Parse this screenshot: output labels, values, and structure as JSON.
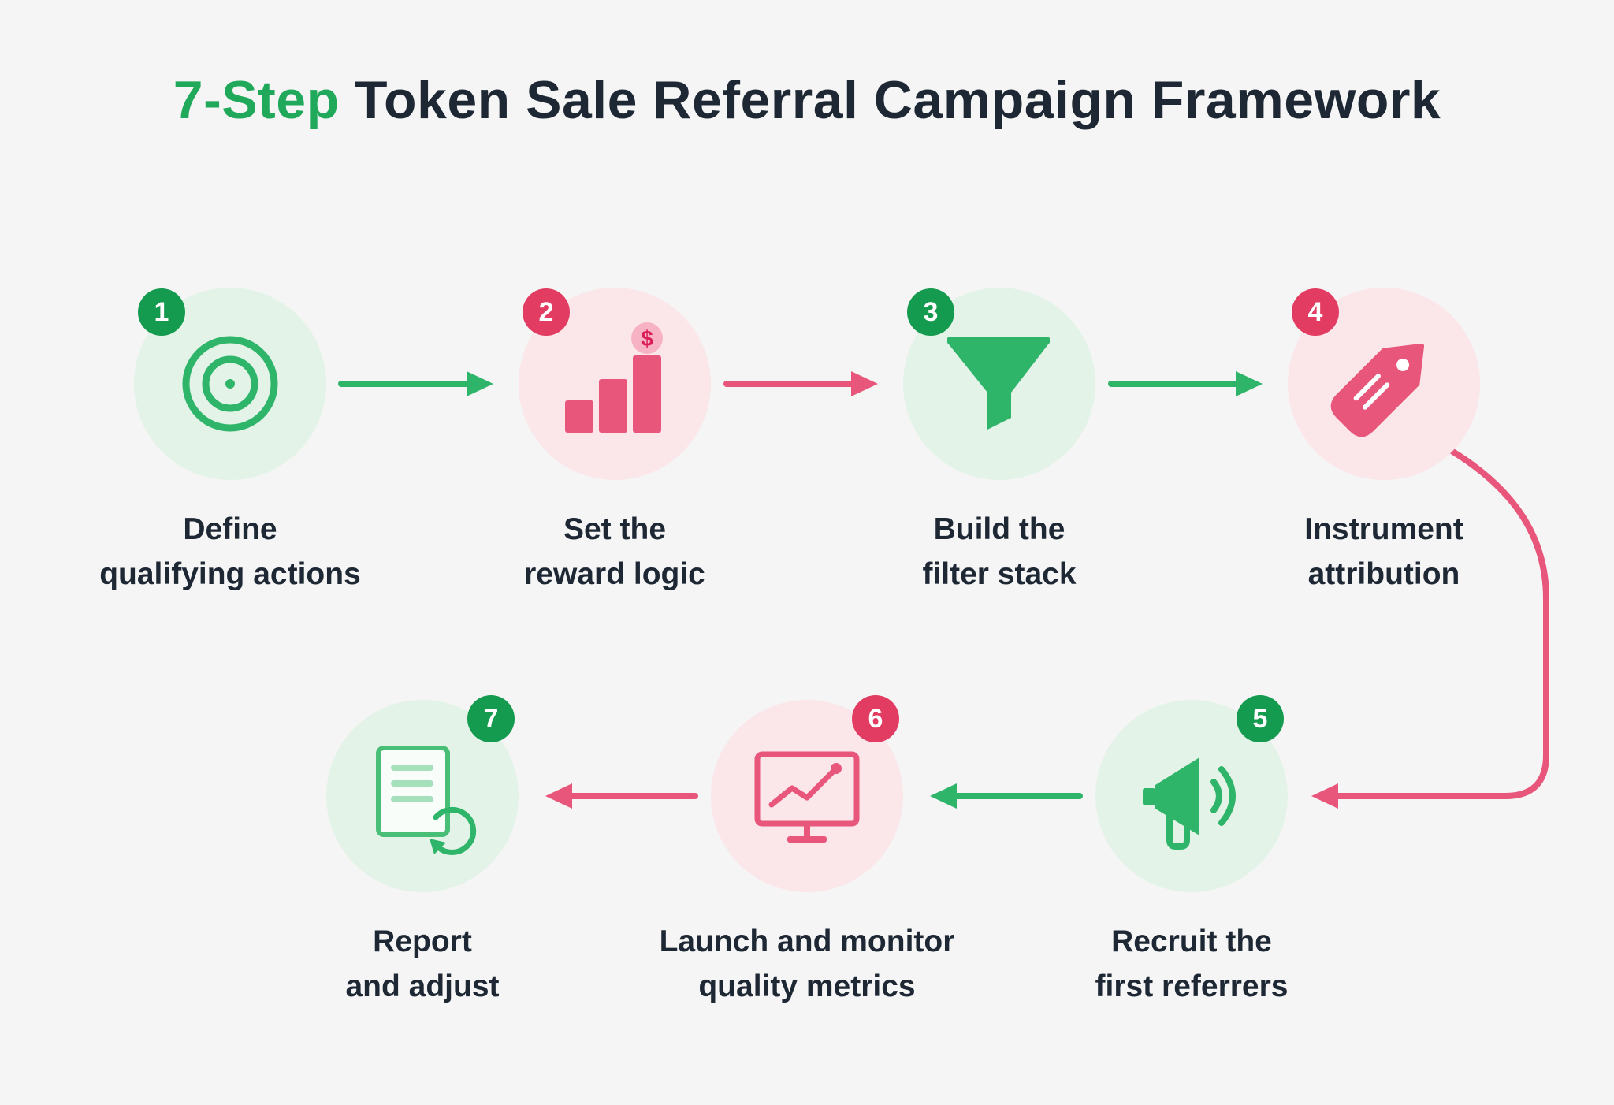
{
  "title": {
    "accent": "7-Step",
    "rest": "Token Sale Referral Campaign Framework"
  },
  "colors": {
    "green": "#20a95a",
    "green_dark": "#159b4f",
    "pink": "#e8577b",
    "pink_dark": "#e23c62",
    "text": "#1e2835"
  },
  "steps": [
    {
      "number": "1",
      "icon": "target-icon",
      "color": "green",
      "line1": "Define",
      "line2": "qualifying actions"
    },
    {
      "number": "2",
      "icon": "bar-chart-dollar-icon",
      "color": "pink",
      "line1": "Set the",
      "line2": "reward logic"
    },
    {
      "number": "3",
      "icon": "funnel-icon",
      "color": "green",
      "line1": "Build the",
      "line2": "filter stack"
    },
    {
      "number": "4",
      "icon": "tag-icon",
      "color": "pink",
      "line1": "Instrument",
      "line2": "attribution"
    },
    {
      "number": "5",
      "icon": "megaphone-icon",
      "color": "green",
      "line1": "Recruit the",
      "line2": "first referrers"
    },
    {
      "number": "6",
      "icon": "monitor-chart-icon",
      "color": "pink",
      "line1": "Launch and monitor",
      "line2": "quality metrics"
    },
    {
      "number": "7",
      "icon": "document-refresh-icon",
      "color": "green",
      "line1": "Report",
      "line2": "and adjust"
    }
  ],
  "dollar_sign": "$"
}
